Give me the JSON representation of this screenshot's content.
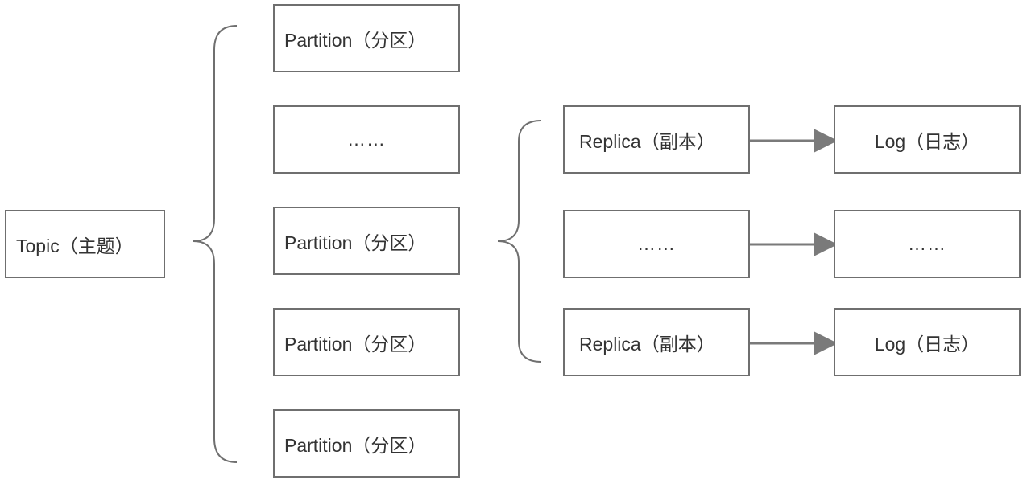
{
  "colors": {
    "stroke": "#6f6f6f",
    "arrow": "#7a7a7a",
    "text": "#333333",
    "background": "#ffffff"
  },
  "topic": {
    "label": "Topic（主题）"
  },
  "partitions": [
    {
      "label": "Partition（分区）"
    },
    {
      "label": "……"
    },
    {
      "label": "Partition（分区）"
    },
    {
      "label": "Partition（分区）"
    },
    {
      "label": "Partition（分区）"
    }
  ],
  "replicas": [
    {
      "label": "Replica（副本）"
    },
    {
      "label": "……"
    },
    {
      "label": "Replica（副本）"
    }
  ],
  "logs": [
    {
      "label": "Log（日志）"
    },
    {
      "label": "……"
    },
    {
      "label": "Log（日志）"
    }
  ]
}
